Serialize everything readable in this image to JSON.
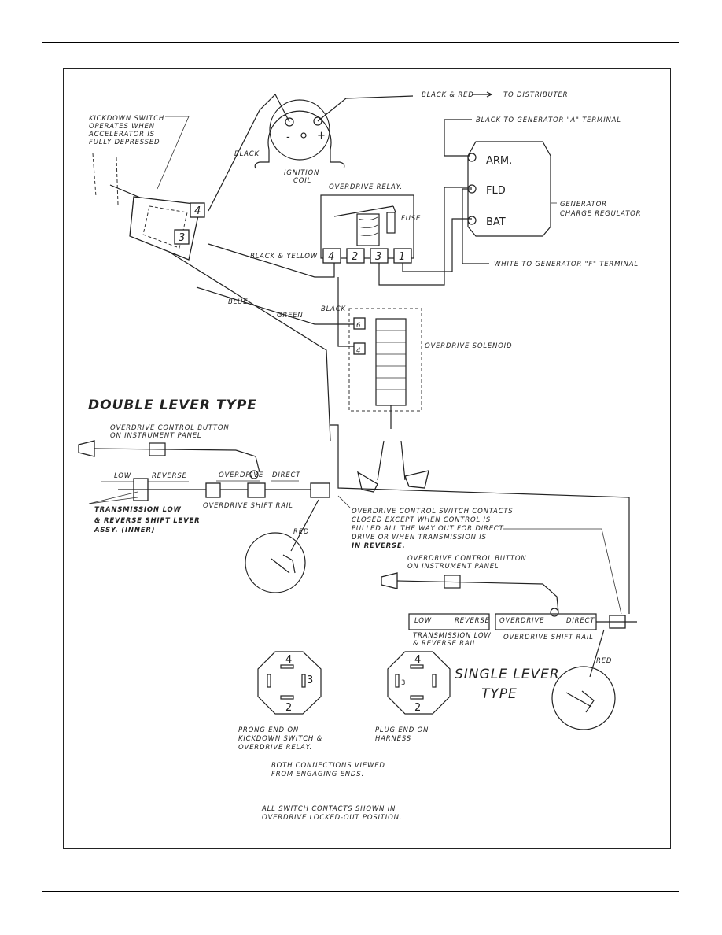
{
  "labels": {
    "kickdown_note": [
      "KICKDOWN SWITCH",
      "OPERATES WHEN",
      "ACCELERATOR IS",
      "FULLY DEPRESSED"
    ],
    "ignition_coil": [
      "IGNITION",
      "COIL"
    ],
    "black": "BLACK",
    "black_red": "BLACK & RED",
    "to_distributer": "TO DISTRIBUTER",
    "black_to_gen_a": "BLACK TO GENERATOR \"A\" TERMINAL",
    "overdrive_relay": "OVERDRIVE RELAY.",
    "fuse": "FUSE",
    "black_yellow": "BLACK & YELLOW",
    "white_to_gen_f": "WHITE TO GENERATOR \"F\" TERMINAL",
    "generator_regulator": [
      "GENERATOR",
      "CHARGE REGULATOR"
    ],
    "blue": "BLUE",
    "green": "GREEN",
    "black2": "BLACK",
    "overdrive_solenoid": "OVERDRIVE SOLENOID",
    "double_lever_type": "DOUBLE LEVER TYPE",
    "od_button_panel_1": [
      "OVERDRIVE CONTROL BUTTON",
      "ON INSTRUMENT PANEL"
    ],
    "od_button_panel_2": [
      "OVERDRIVE CONTROL BUTTON",
      "ON INSTRUMENT PANEL"
    ],
    "rail_low": "LOW",
    "rail_reverse": "REVERSE",
    "rail_overdrive": "OVERDRIVE",
    "rail_direct": "DIRECT",
    "od_shift_rail": "OVERDRIVE SHIFT RAIL",
    "trans_shift_lever": [
      "TRANSMISSION LOW",
      "& REVERSE SHIFT LEVER",
      "ASSY. (INNER)"
    ],
    "red_1": "RED",
    "red_2": "RED",
    "switch_contacts_note": [
      "OVERDRIVE CONTROL SWITCH CONTACTS",
      "CLOSED EXCEPT WHEN CONTROL IS",
      "PULLED ALL THE WAY OUT FOR DIRECT",
      "DRIVE OR WHEN TRANSMISSION IS",
      "IN REVERSE."
    ],
    "single_low": "LOW",
    "single_reverse": "REVERSE",
    "single_overdrive": "OVERDRIVE",
    "single_direct": "DIRECT",
    "trans_low_rev_rail": [
      "TRANSMISSION LOW",
      "& REVERSE RAIL"
    ],
    "od_shift_rail_2": "OVERDRIVE SHIFT RAIL",
    "single_lever_type": [
      "SINGLE LEVER",
      "TYPE"
    ],
    "prong_end": [
      "PRONG END ON",
      "KICKDOWN SWITCH &",
      "OVERDRIVE RELAY."
    ],
    "plug_end": [
      "PLUG END ON",
      "HARNESS"
    ],
    "both_connections": [
      "BOTH CONNECTIONS VIEWED",
      "FROM ENGAGING ENDS."
    ],
    "all_switch_contacts": [
      "ALL SWITCH CONTACTS SHOWN IN",
      "OVERDRIVE LOCKED-OUT POSITION."
    ]
  },
  "regulator_terminals": [
    "ARM.",
    "FLD",
    "BAT"
  ],
  "relay_terminals": [
    "4",
    "2",
    "3",
    "1"
  ],
  "kickdown_terminals": [
    "4",
    "3"
  ],
  "solenoid_terminals": [
    "6",
    "4"
  ],
  "connector_pins": [
    "4",
    "3",
    "2"
  ],
  "plug_pins": [
    "4",
    "3",
    "2"
  ],
  "coil_symbols": [
    "-",
    "+"
  ]
}
